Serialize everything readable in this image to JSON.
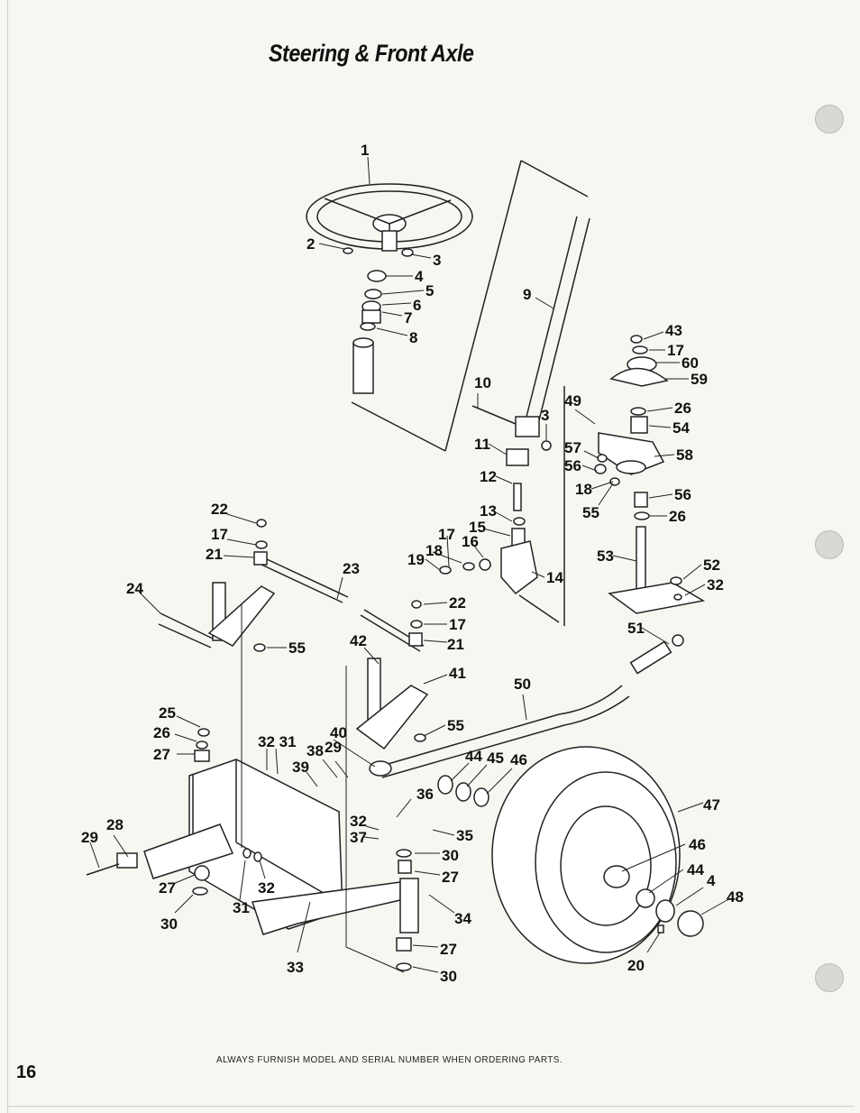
{
  "header": {
    "title": "Steering & Front Axle"
  },
  "footer": {
    "note": "ALWAYS FURNISH MODEL AND SERIAL NUMBER WHEN ORDERING PARTS.",
    "page_number": "16"
  },
  "callouts": [
    {
      "id": "c1",
      "text": "1"
    },
    {
      "id": "c2",
      "text": "2"
    },
    {
      "id": "c3a",
      "text": "3"
    },
    {
      "id": "c4a",
      "text": "4"
    },
    {
      "id": "c5",
      "text": "5"
    },
    {
      "id": "c6",
      "text": "6"
    },
    {
      "id": "c7",
      "text": "7"
    },
    {
      "id": "c8",
      "text": "8"
    },
    {
      "id": "c9",
      "text": "9"
    },
    {
      "id": "c10",
      "text": "10"
    },
    {
      "id": "c3b",
      "text": "3"
    },
    {
      "id": "c11",
      "text": "11"
    },
    {
      "id": "c12",
      "text": "12"
    },
    {
      "id": "c13",
      "text": "13"
    },
    {
      "id": "c15",
      "text": "15"
    },
    {
      "id": "c16",
      "text": "16"
    },
    {
      "id": "c17a",
      "text": "17"
    },
    {
      "id": "c18a",
      "text": "18"
    },
    {
      "id": "c19",
      "text": "19"
    },
    {
      "id": "c14",
      "text": "14"
    },
    {
      "id": "c43",
      "text": "43"
    },
    {
      "id": "c17b",
      "text": "17"
    },
    {
      "id": "c60",
      "text": "60"
    },
    {
      "id": "c59",
      "text": "59"
    },
    {
      "id": "c49",
      "text": "49"
    },
    {
      "id": "c26a",
      "text": "26"
    },
    {
      "id": "c54",
      "text": "54"
    },
    {
      "id": "c57",
      "text": "57"
    },
    {
      "id": "c58",
      "text": "58"
    },
    {
      "id": "c56a",
      "text": "56"
    },
    {
      "id": "c18b",
      "text": "18"
    },
    {
      "id": "c56b",
      "text": "56"
    },
    {
      "id": "c55a",
      "text": "55"
    },
    {
      "id": "c26b",
      "text": "26"
    },
    {
      "id": "c53",
      "text": "53"
    },
    {
      "id": "c52",
      "text": "52"
    },
    {
      "id": "c32a",
      "text": "32"
    },
    {
      "id": "c22a",
      "text": "22"
    },
    {
      "id": "c17c",
      "text": "17"
    },
    {
      "id": "c21a",
      "text": "21"
    },
    {
      "id": "c23",
      "text": "23"
    },
    {
      "id": "c24",
      "text": "24"
    },
    {
      "id": "c55b",
      "text": "55"
    },
    {
      "id": "c22b",
      "text": "22"
    },
    {
      "id": "c17d",
      "text": "17"
    },
    {
      "id": "c21b",
      "text": "21"
    },
    {
      "id": "c42",
      "text": "42"
    },
    {
      "id": "c41",
      "text": "41"
    },
    {
      "id": "c51",
      "text": "51"
    },
    {
      "id": "c50",
      "text": "50"
    },
    {
      "id": "c25",
      "text": "25"
    },
    {
      "id": "c26c",
      "text": "26"
    },
    {
      "id": "c27a",
      "text": "27"
    },
    {
      "id": "c3231",
      "text": "32 31"
    },
    {
      "id": "c40",
      "text": "40"
    },
    {
      "id": "c38",
      "text": "38"
    },
    {
      "id": "c29a",
      "text": "29"
    },
    {
      "id": "c39",
      "text": "39"
    },
    {
      "id": "c55c",
      "text": "55"
    },
    {
      "id": "c44a",
      "text": "44"
    },
    {
      "id": "c45",
      "text": "45"
    },
    {
      "id": "c46a",
      "text": "46"
    },
    {
      "id": "c36",
      "text": "36"
    },
    {
      "id": "c47",
      "text": "47"
    },
    {
      "id": "c32b",
      "text": "32"
    },
    {
      "id": "c37",
      "text": "37"
    },
    {
      "id": "c35",
      "text": "35"
    },
    {
      "id": "c30a",
      "text": "30"
    },
    {
      "id": "c27b",
      "text": "27"
    },
    {
      "id": "c29b",
      "text": "29"
    },
    {
      "id": "c28",
      "text": "28"
    },
    {
      "id": "c27c",
      "text": "27"
    },
    {
      "id": "c30b",
      "text": "30"
    },
    {
      "id": "c31",
      "text": "31"
    },
    {
      "id": "c32c",
      "text": "32"
    },
    {
      "id": "c34",
      "text": "34"
    },
    {
      "id": "c46b",
      "text": "46"
    },
    {
      "id": "c44b",
      "text": "44"
    },
    {
      "id": "c4b",
      "text": "4"
    },
    {
      "id": "c48",
      "text": "48"
    },
    {
      "id": "c33",
      "text": "33"
    },
    {
      "id": "c27d",
      "text": "27"
    },
    {
      "id": "c30c",
      "text": "30"
    },
    {
      "id": "c20",
      "text": "20"
    }
  ]
}
